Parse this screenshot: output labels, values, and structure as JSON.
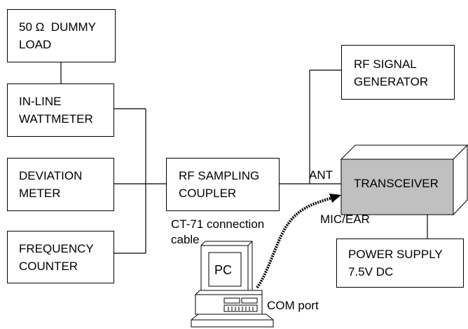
{
  "boxes": {
    "dummy_load": "50 Ω  DUMMY\nLOAD",
    "wattmeter": "IN-LINE\nWATTMETER",
    "deviation_meter": "DEVIATION\nMETER",
    "frequency_counter": "FREQUENCY\nCOUNTER",
    "rf_coupler": "RF SAMPLING\nCOUPLER",
    "rf_generator": "RF SIGNAL\nGENERATOR",
    "transceiver": "TRANSCEIVER",
    "power_supply": "POWER SUPPLY\n7.5V DC",
    "pc": "PC"
  },
  "labels": {
    "ant": "ANT",
    "mic_ear": "MIC/EAR",
    "cable": "CT-71 connection\ncable",
    "com_port": "COM port"
  },
  "colors": {
    "transceiver_fill": "#c0c0c0",
    "transceiver_top": "#ffffff",
    "transceiver_side": "#ffffff"
  }
}
